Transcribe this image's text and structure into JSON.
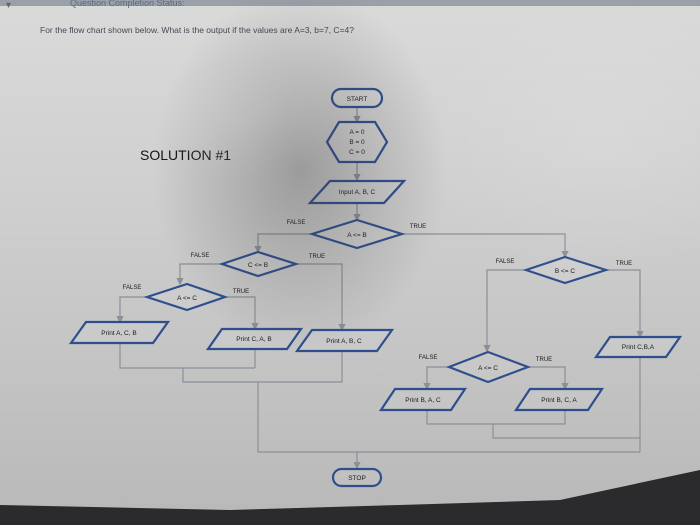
{
  "header": {
    "title": "Question Completion Status:"
  },
  "question": {
    "text": "For the flow chart shown below. What is the output if the values are A=3, b=7, C=4?"
  },
  "solution": {
    "title": "SOLUTION #1"
  },
  "nodes": {
    "start": "START",
    "init": [
      "A = 0",
      "B = 0",
      "C = 0"
    ],
    "input": "Input A, B, C",
    "d1": "A <= B",
    "d2": "C <= B",
    "d3": "A <= C",
    "d4": "B <= C",
    "d5": "A <= C",
    "out_acb": "Print A, C, B",
    "out_cab": "Print C, A, B",
    "out_abc": "Print A, B, C",
    "out_cba": "Print C,B,A",
    "out_bac": "Print B, A, C",
    "out_bca": "Print B, C, A",
    "stop": "STOP"
  },
  "branches": {
    "false": "FALSE",
    "true": "TRUE"
  },
  "colors": {
    "shape_stroke": "#2f4e8e",
    "connector": "#8b8f97"
  }
}
